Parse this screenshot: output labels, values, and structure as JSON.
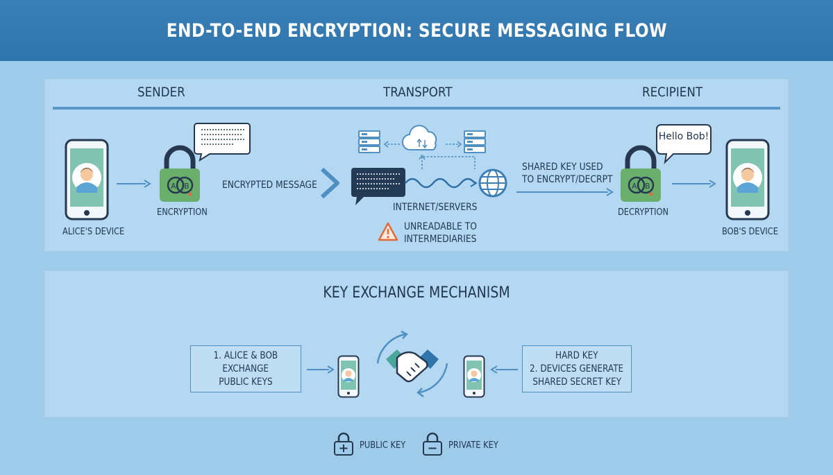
{
  "title": "END-TO-END ENCRYPTION: SECURE MESSAGING FLOW",
  "flow": {
    "sender": "SENDER",
    "transport": "TRANSPORT",
    "recipient": "RECIPIENT",
    "alice_device": "ALICE'S DEVICE",
    "encryption": "ENCRYPTION",
    "encrypted_message": "ENCRYPTED MESSAGE",
    "internet_servers": "INTERNET/SERVERS",
    "unreadable_1": "UNREADABLE TO",
    "unreadable_2": "INTERMEDIARIES",
    "shared_key_1": "SHARED KEY USED",
    "shared_key_2": "TO ENCRYPT/DECRPT",
    "decryption": "DECRYPTION",
    "bob_device": "BOB'S DEVICE",
    "bubble_text": "Hello Bob!",
    "lock_text": "A B"
  },
  "key_exchange": {
    "title": "KEY EXCHANGE MECHANISM",
    "left_box": [
      "1. ALICE & BOB",
      "EXCHANGE",
      "PUBLIC KEYS"
    ],
    "right_box": [
      "HARD KEY",
      "2. DEVICES GENERATE",
      "SHARED SECRET KEY"
    ]
  },
  "legend": {
    "public_key": "PUBLIC KEY",
    "private_key": "PRIVATE KEY"
  },
  "colors": {
    "header": "#3178ae",
    "panel": "#b4d8f1",
    "lock_green": "#6aae6b",
    "phone_screen": "#7fc3b0",
    "arrow_blue": "#4f8fc2",
    "warning": "#e06a3a"
  }
}
